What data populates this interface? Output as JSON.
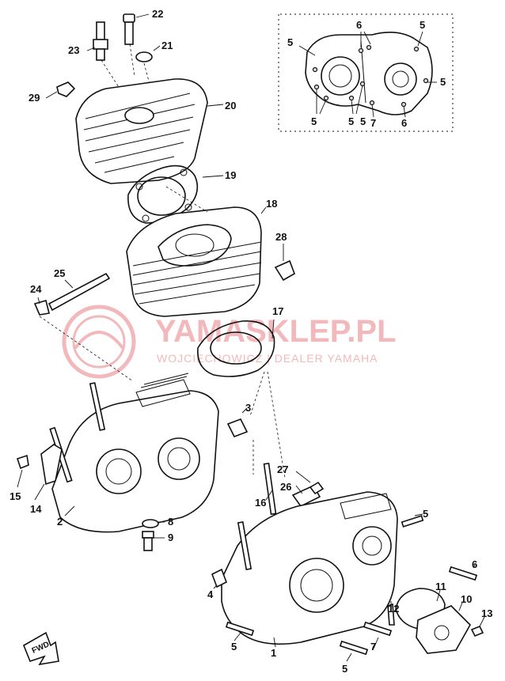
{
  "watermark": {
    "brand": "YAMASKLEP.PL",
    "subtitle": "WOJCIECHOWICZ | DEALER YAMAHA"
  },
  "fwd_label": "FWD",
  "callouts": {
    "c1": "1",
    "c2": "2",
    "c3": "3",
    "c4": "4",
    "c5a": "5",
    "c5b": "5",
    "c5c": "5",
    "c6": "6",
    "c7": "7",
    "c8": "8",
    "c9": "9",
    "c10": "10",
    "c11": "11",
    "c12": "12",
    "c13": "13",
    "c14": "14",
    "c15": "15",
    "c16": "16",
    "c17": "17",
    "c18": "18",
    "c19": "19",
    "c20": "20",
    "c21": "21",
    "c22": "22",
    "c23": "23",
    "c24": "24",
    "c25": "25",
    "c26": "26",
    "c27": "27",
    "c28": "28",
    "c29": "29"
  },
  "inset_callouts": {
    "i5a": "5",
    "i6a": "6",
    "i5b": "5",
    "i5c": "5",
    "i5d": "5",
    "i5e": "5",
    "i5f": "5",
    "i7": "7",
    "i6b": "6"
  }
}
